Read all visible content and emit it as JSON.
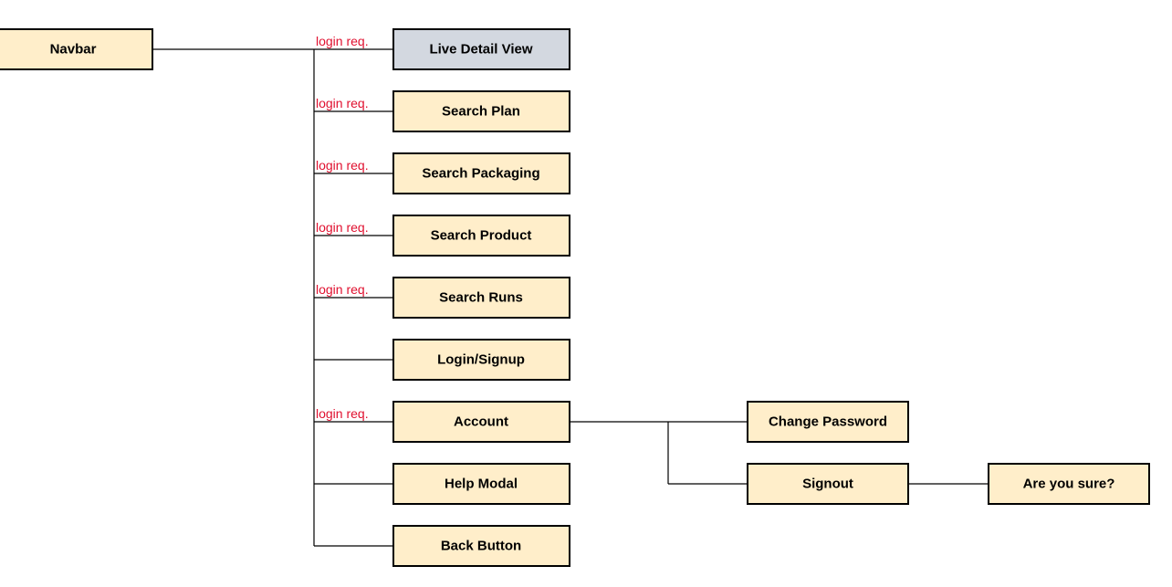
{
  "colors": {
    "node_fill": "#FFEECA",
    "highlight_fill": "#D3D8E0",
    "note_color": "#E0102F"
  },
  "login_note": "login req.",
  "nodes": {
    "navbar": "Navbar",
    "live_detail_view": "Live Detail View",
    "search_plan": "Search Plan",
    "search_packaging": "Search Packaging",
    "search_product": "Search Product",
    "search_runs": "Search Runs",
    "login_signup": "Login/Signup",
    "account": "Account",
    "help_modal": "Help Modal",
    "back_button": "Back Button",
    "change_password": "Change Password",
    "signout": "Signout",
    "are_you_sure": "Are you sure?"
  },
  "edges": [
    {
      "from": "navbar",
      "to": "live_detail_view",
      "note": "login req."
    },
    {
      "from": "navbar",
      "to": "search_plan",
      "note": "login req."
    },
    {
      "from": "navbar",
      "to": "search_packaging",
      "note": "login req."
    },
    {
      "from": "navbar",
      "to": "search_product",
      "note": "login req."
    },
    {
      "from": "navbar",
      "to": "search_runs",
      "note": "login req."
    },
    {
      "from": "navbar",
      "to": "login_signup",
      "note": ""
    },
    {
      "from": "navbar",
      "to": "account",
      "note": "login req."
    },
    {
      "from": "navbar",
      "to": "help_modal",
      "note": ""
    },
    {
      "from": "navbar",
      "to": "back_button",
      "note": ""
    },
    {
      "from": "account",
      "to": "change_password",
      "note": ""
    },
    {
      "from": "account",
      "to": "signout",
      "note": ""
    },
    {
      "from": "signout",
      "to": "are_you_sure",
      "note": ""
    }
  ]
}
